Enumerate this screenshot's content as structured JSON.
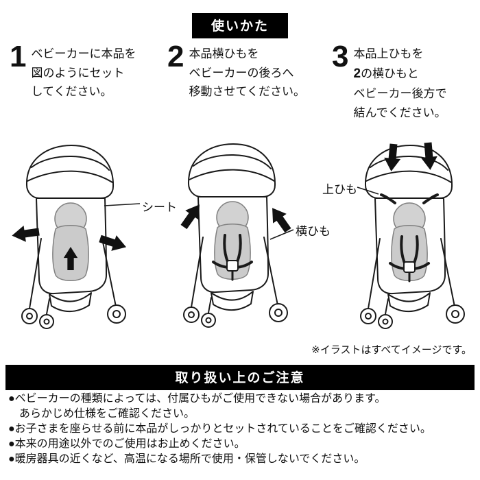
{
  "usage": {
    "title": "使いかた"
  },
  "steps": [
    {
      "num": "1",
      "text": "ベビーカーに本品を\n図のようにセット\nしてください。"
    },
    {
      "num": "2",
      "text": "本品横ひもを\nベビーカーの後ろへ\n移動させてください。"
    },
    {
      "num": "3",
      "text_before": "本品上ひもを\n",
      "num_ref": "2",
      "text_after": "の横ひもと\nベビーカー後方で\n結んでください。"
    }
  ],
  "labels": {
    "seat": "シート",
    "side_strap": "横ひも",
    "top_strap": "上ひも"
  },
  "note": "※イラストはすべてイメージです。",
  "caution": {
    "title": "取り扱い上のご注意"
  },
  "notes": {
    "items": [
      "●ベビーカーの種類によっては、付属ひもがご使用できない場合があります。\nあらかじめ仕様をご確認ください。",
      "●お子さまを座らせる前に本品がしっかりとセットされていることをご確認ください。",
      "●本来の用途以外でのご使用はお止めください。",
      "●暖房器具の近くなど、高温になる場所で使用・保管しないでください。"
    ]
  },
  "colors": {
    "bar_bg": "#000000",
    "bar_text": "#ffffff",
    "pad_gray": "#cbcbcb",
    "outline": "#1a1a1a"
  }
}
